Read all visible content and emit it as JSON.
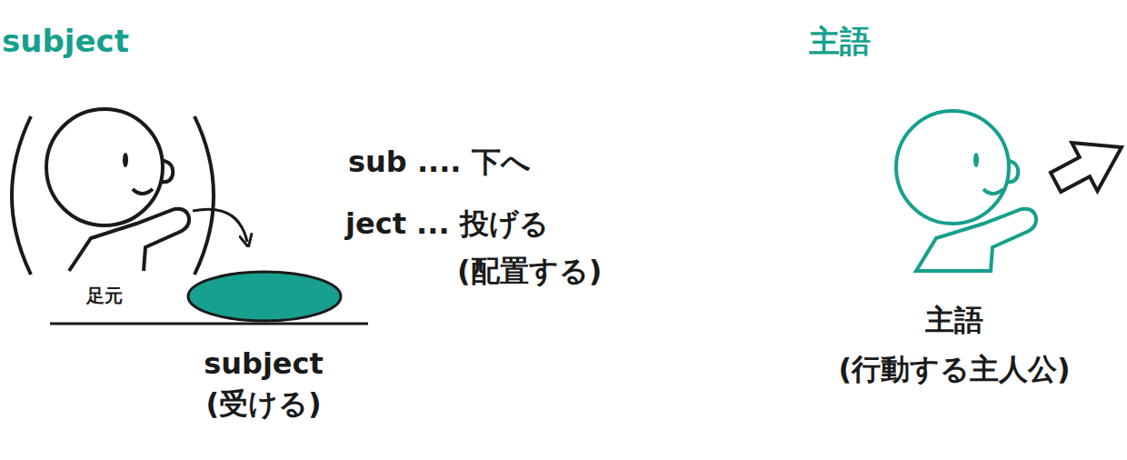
{
  "diagram": {
    "labels": [
      "subject",
      "主語",
      "足元",
      "sub .... 下へ",
      "ject ... 投げる",
      "(配置する)",
      "subject",
      "(受ける)",
      "主語",
      "(行動する主人公)"
    ]
  }
}
